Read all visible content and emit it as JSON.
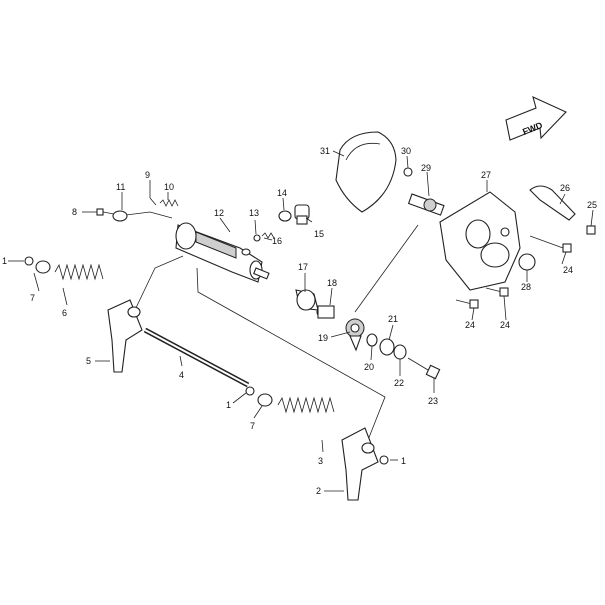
{
  "diagram": {
    "direction_badge": "FWD",
    "callouts": [
      {
        "id": "c1a",
        "text": "1"
      },
      {
        "id": "c1b",
        "text": "1"
      },
      {
        "id": "c1c",
        "text": "1"
      },
      {
        "id": "c2",
        "text": "2"
      },
      {
        "id": "c3",
        "text": "3"
      },
      {
        "id": "c4",
        "text": "4"
      },
      {
        "id": "c5",
        "text": "5"
      },
      {
        "id": "c6",
        "text": "6"
      },
      {
        "id": "c7a",
        "text": "7"
      },
      {
        "id": "c7b",
        "text": "7"
      },
      {
        "id": "c8",
        "text": "8"
      },
      {
        "id": "c9",
        "text": "9"
      },
      {
        "id": "c10",
        "text": "10"
      },
      {
        "id": "c11",
        "text": "11"
      },
      {
        "id": "c12",
        "text": "12"
      },
      {
        "id": "c13",
        "text": "13"
      },
      {
        "id": "c14",
        "text": "14"
      },
      {
        "id": "c15",
        "text": "15"
      },
      {
        "id": "c16",
        "text": "16"
      },
      {
        "id": "c17",
        "text": "17"
      },
      {
        "id": "c18",
        "text": "18"
      },
      {
        "id": "c19",
        "text": "19"
      },
      {
        "id": "c20",
        "text": "20"
      },
      {
        "id": "c21",
        "text": "21"
      },
      {
        "id": "c22",
        "text": "22"
      },
      {
        "id": "c23",
        "text": "23"
      },
      {
        "id": "c24a",
        "text": "24"
      },
      {
        "id": "c24b",
        "text": "24"
      },
      {
        "id": "c24c",
        "text": "24"
      },
      {
        "id": "c25",
        "text": "25"
      },
      {
        "id": "c26",
        "text": "26"
      },
      {
        "id": "c27",
        "text": "27"
      },
      {
        "id": "c28",
        "text": "28"
      },
      {
        "id": "c29",
        "text": "29"
      },
      {
        "id": "c30",
        "text": "30"
      },
      {
        "id": "c31",
        "text": "31"
      }
    ]
  }
}
